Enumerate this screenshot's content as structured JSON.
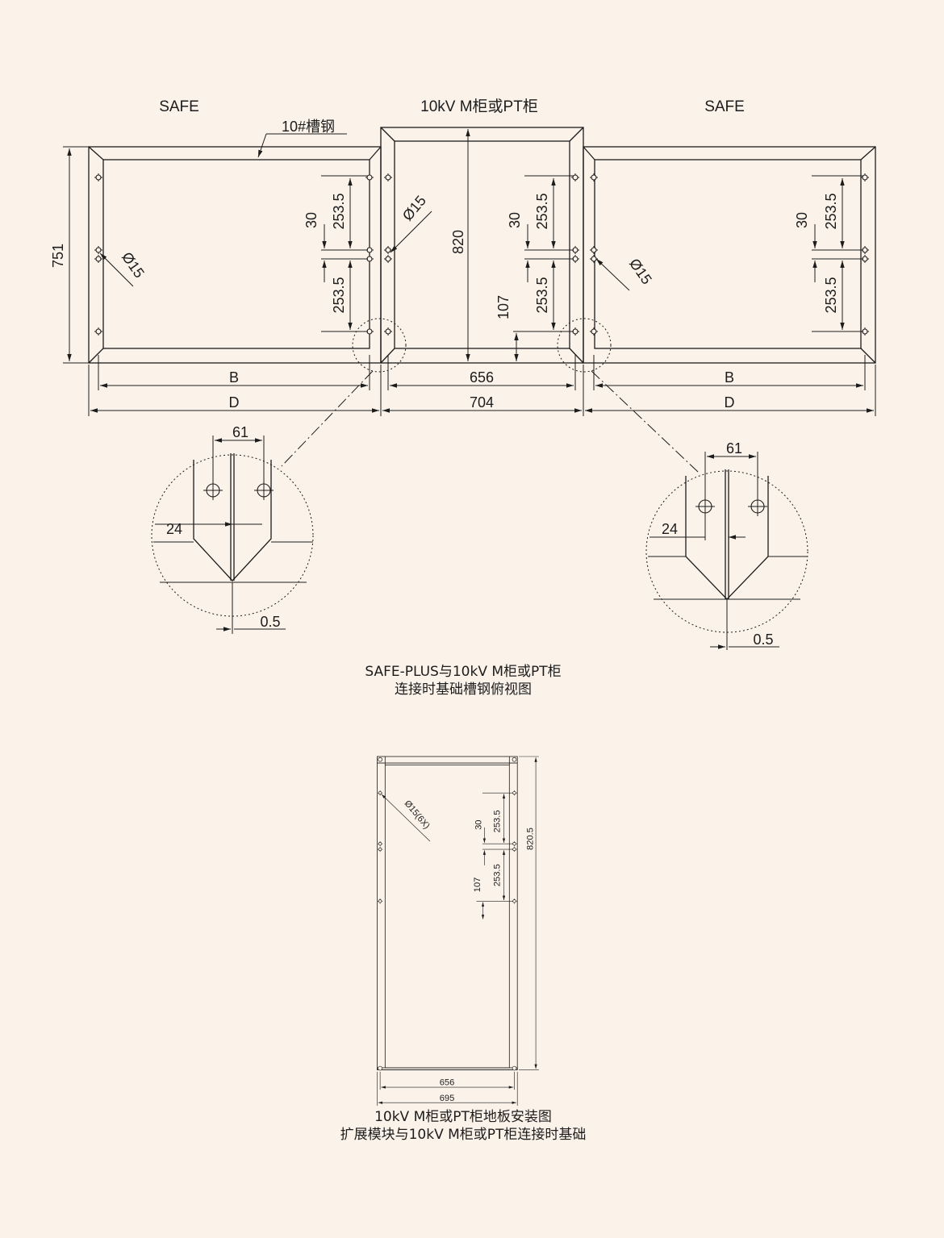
{
  "labels": {
    "safe_left": "SAFE",
    "center_cabinet": "10kV  M柜或PT柜",
    "safe_right": "SAFE",
    "channel_steel": "10#槽钢"
  },
  "dims": {
    "d751": "751",
    "d820": "820",
    "d253_5": "253.5",
    "d30": "30",
    "d107": "107",
    "phi15": "Ø15",
    "phi15_6x": "Ø15(6X)",
    "B": "B",
    "D": "D",
    "d656": "656",
    "d704": "704",
    "d695": "695",
    "d820_5": "820.5",
    "d61": "61",
    "d24": "24",
    "d0_5": "0.5"
  },
  "captions": {
    "top_line1": "SAFE-PLUS与10kV M柜或PT柜",
    "top_line2": "连接时基础槽钢俯视图",
    "bottom_line1": "10kV M柜或PT柜地板安装图",
    "bottom_line2": "扩展模块与10kV M柜或PT柜连接时基础"
  }
}
